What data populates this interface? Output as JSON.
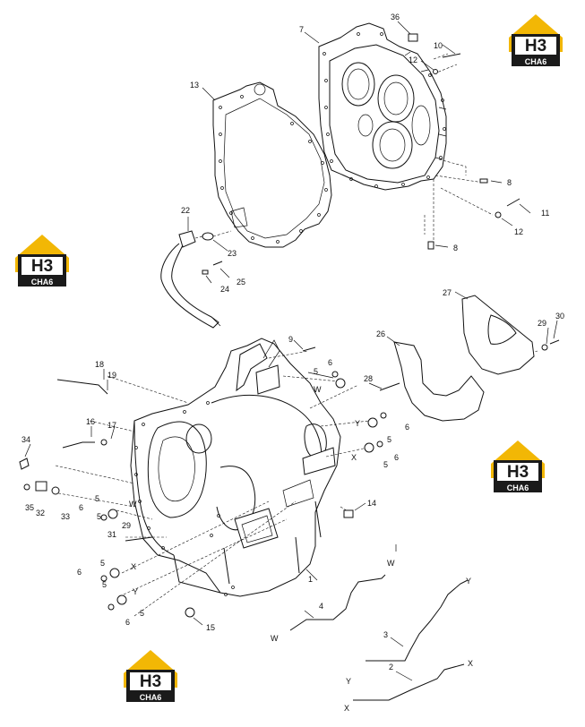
{
  "logo": {
    "mark": "H3",
    "caption": "CHA6"
  },
  "labels": {
    "l1": "1",
    "l2": "2",
    "l3": "3",
    "l4": "4",
    "l5": "5",
    "l6": "6",
    "l7": "7",
    "l8": "8",
    "l9": "9",
    "l10": "10",
    "l11": "11",
    "l12": "12",
    "l13": "13",
    "l14": "14",
    "l15": "15",
    "l16": "16",
    "l17": "17",
    "l18": "18",
    "l19": "19",
    "l22": "22",
    "l23": "23",
    "l24": "24",
    "l25": "25",
    "l26": "26",
    "l27": "27",
    "l28": "28",
    "l29": "29",
    "l30": "30",
    "l31": "31",
    "l32": "32",
    "l33": "33",
    "l34": "34",
    "l35": "35",
    "l36": "36",
    "W": "W",
    "X": "X",
    "Y": "Y"
  },
  "colors": {
    "logo_accent": "#f2b705",
    "logo_dark": "#1a1a1a",
    "line": "#111111"
  }
}
